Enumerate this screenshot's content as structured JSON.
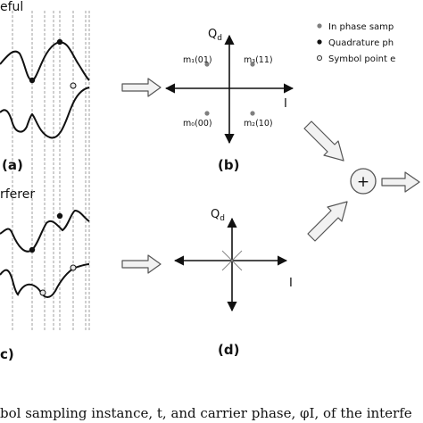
{
  "labels": {
    "useful": "eful",
    "interferer": "rferer",
    "panel_a": "(a)",
    "panel_b": "(b)",
    "panel_c": "c)",
    "panel_d": "(d)",
    "axis_q": "Q",
    "axis_q_sub": "d",
    "axis_i": "I",
    "plus": "+"
  },
  "constellation": {
    "m1": "m₁(01)",
    "m3": "m₃(11)",
    "m0": "m₀(00)",
    "m2": "m₂(10)"
  },
  "legend": {
    "in_phase": "In phase samp",
    "quadrature": "Quadrature ph",
    "symbol_point": "Symbol point e"
  },
  "caption": "bol sampling instance, t, and carrier phase, φI, of the interfe",
  "colors": {
    "ink": "#111111",
    "in_phase_dot": "#7f7f7f",
    "quadrature_dot": "#111111",
    "symbol_point_dot": "#e0e0e0",
    "arrow_fill": "#f2f2f2",
    "arrow_stroke": "#555555"
  }
}
